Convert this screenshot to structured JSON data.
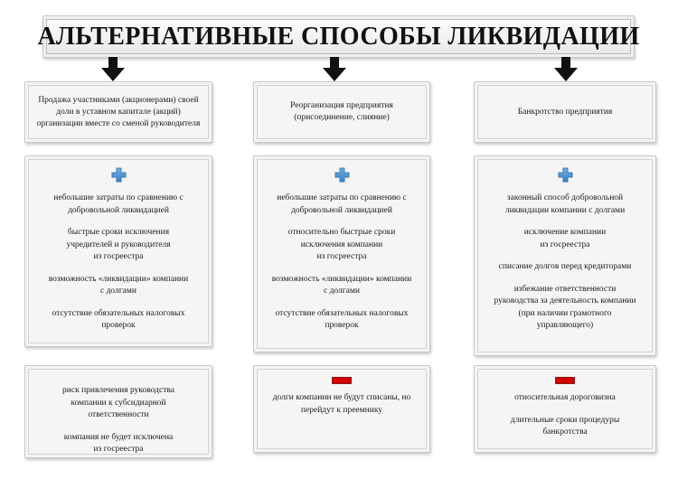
{
  "title": "АЛЬТЕРНАТИВНЫЕ СПОСОБЫ ЛИКВИДАЦИИ",
  "colors": {
    "plus": "#4a90d9",
    "plus_dark": "#2f6ca8",
    "minus": "#d60000",
    "minus_dark": "#8c1111",
    "panel_bg": "#f4f4f4",
    "panel_border": "#c9c9c9",
    "text": "#1c1c1c",
    "arrow": "#111111"
  },
  "icons": {
    "plus": "plus-icon",
    "minus": "minus-icon",
    "arrow": "arrow-down-icon"
  },
  "columns": [
    {
      "method": "Продажа участниками (акционерами)\nсвоей доли в уставном капитале\n(акций) организации\nвместе со сменой руководителя",
      "pros": [
        "небольшие затраты по сравнению с\nдобровольной ликвидацией",
        "быстрые сроки исключения\nучредителей и руководителя\nиз госреестра",
        "возможность «ликвидации» компании\nс долгами",
        "отсутствие обязательных налоговых\nпроверок"
      ],
      "cons": [
        "риск привлечения руководства\nкомпании к субсидиарной\nответственности",
        "компания не будет исключена\nиз госреестра"
      ]
    },
    {
      "method": "Реорганизация предприятия\n(присоединение, слияние)",
      "pros": [
        "небольшие затраты по сравнению с\nдобровольной ликвидацией",
        "относительно быстрые сроки\nисключения компании\nиз госреестра",
        "возможность «ликвидации» компании\nс долгами",
        "отсутствие обязательных налоговых\nпроверок"
      ],
      "cons": [
        "долги компании не будут списаны, но\nперейдут к преемнику"
      ]
    },
    {
      "method": "Банкротство предприятия",
      "pros": [
        "законный способ добровольной\nликвидации компании с долгами",
        "исключение компании\nиз госреестра",
        "списание долгов перед кредиторами",
        "избежание ответственности\nруководства за деятельность компании\n(при наличии грамотного\nуправляющего)"
      ],
      "cons": [
        "относительная дороговизна",
        "длительные сроки процедуры\nбанкротства"
      ]
    }
  ]
}
